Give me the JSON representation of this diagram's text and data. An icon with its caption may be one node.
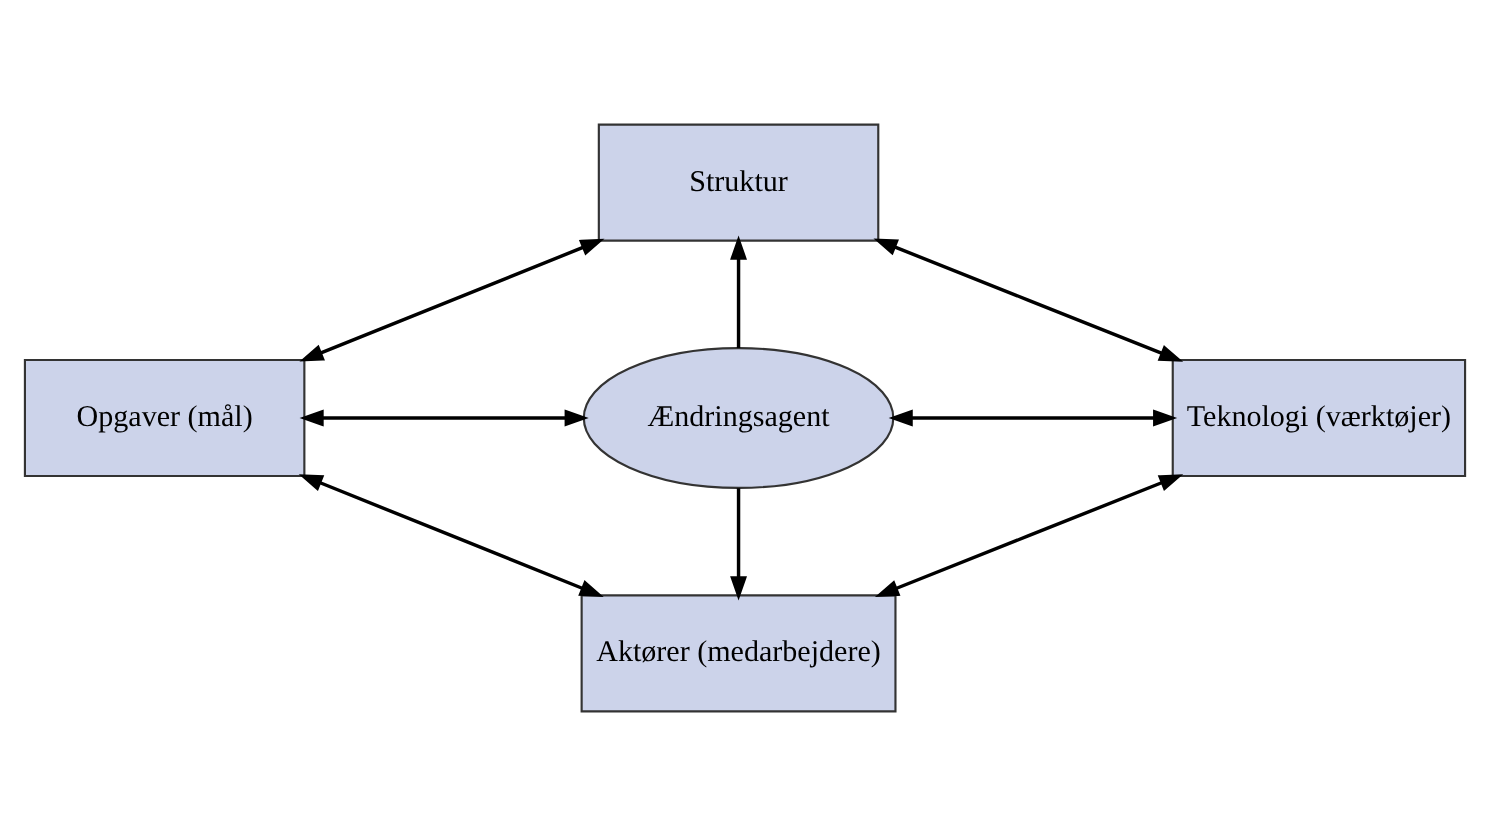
{
  "diagram": {
    "nodes": [
      {
        "text": [
          "Struktur"
        ]
      },
      {
        "text": [
          "Opgaver (mål)"
        ]
      },
      {
        "text": [
          "Ændringsagent"
        ]
      },
      {
        "text": [
          "Teknologi (værktøjer)"
        ]
      },
      {
        "text": [
          "Aktører (medarbejdere)"
        ]
      }
    ],
    "edges": [
      {
        "from": 0,
        "to": 1,
        "arrow": "both"
      },
      {
        "from": 0,
        "to": 3,
        "arrow": "both"
      },
      {
        "from": 2,
        "to": 0,
        "arrow": "to"
      },
      {
        "from": 1,
        "to": 2,
        "arrow": "both"
      },
      {
        "from": 2,
        "to": 3,
        "arrow": "both"
      },
      {
        "from": 2,
        "to": 4,
        "arrow": "to"
      },
      {
        "from": 1,
        "to": 4,
        "arrow": "both"
      },
      {
        "from": 3,
        "to": 4,
        "arrow": "both"
      }
    ]
  }
}
